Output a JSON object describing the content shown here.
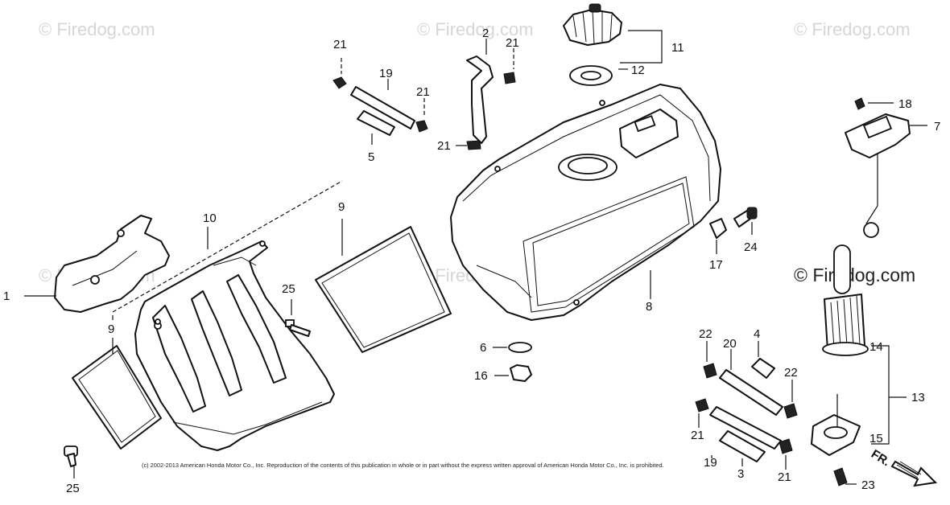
{
  "watermarks": {
    "top_left": "© Firedog.com",
    "top_center": "© Firedog.com",
    "top_right": "© Firedog.com",
    "mid_right": "© Firedog.com",
    "mid_left": "© Firedog.com",
    "mid_center": "© Firedog.com"
  },
  "copyright": "(c) 2002-2013 American Honda Motor Co., Inc. Reproduction of the contents of this publication in whole or in part without the express written approval of American Honda Motor Co., Inc. is prohibited.",
  "direction_label": "FR.",
  "callouts": {
    "c1": "1",
    "c2": "2",
    "c3": "3",
    "c4": "4",
    "c5": "5",
    "c6": "6",
    "c7": "7",
    "c8": "8",
    "c9a": "9",
    "c9b": "9",
    "c10": "10",
    "c11": "11",
    "c12": "12",
    "c13": "13",
    "c14": "14",
    "c15": "15",
    "c16": "16",
    "c17": "17",
    "c18": "18",
    "c19a": "19",
    "c19b": "19",
    "c20": "20",
    "c21a": "21",
    "c21b": "21",
    "c21c": "21",
    "c21d": "21",
    "c21e": "21",
    "c21f": "21",
    "c22a": "22",
    "c22b": "22",
    "c23": "23",
    "c24": "24",
    "c25a": "25",
    "c25b": "25"
  }
}
